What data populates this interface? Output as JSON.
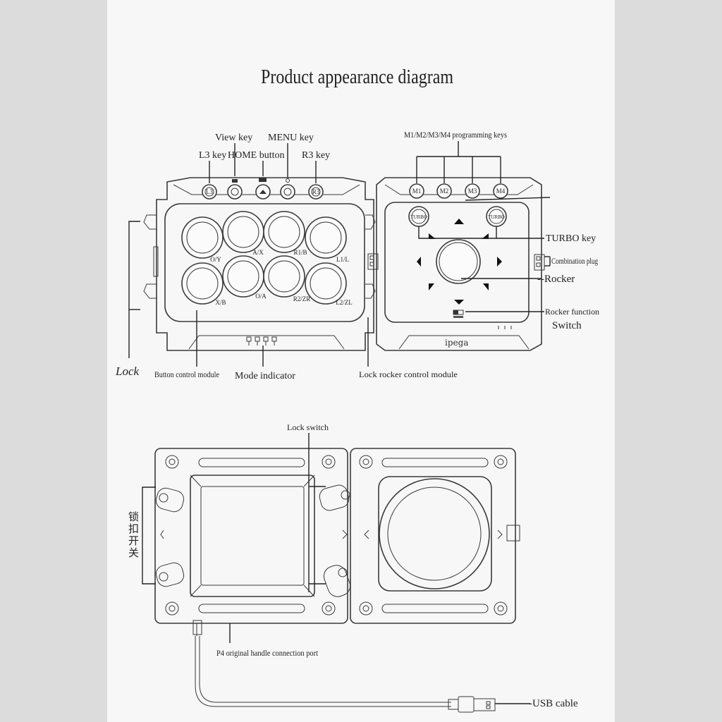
{
  "title": "Product appearance diagram",
  "top_labels": {
    "view_key": "View key",
    "menu_key": "MENU key",
    "l3_key": "L3 key",
    "home_button": "HOME button",
    "r3_key": "R3 key",
    "programming_keys": "M1/M2/M3/M4 programming keys"
  },
  "side_labels": {
    "turbo_key": "TURBO key",
    "combination_plug": "Combination plug",
    "rocker": "--Rocker",
    "rocker_function": "Rocker function",
    "rocker_function_switch": "Switch"
  },
  "bottom_labels": {
    "lock": "Lock",
    "button_control_module": "Button control module",
    "mode_indicator": "Mode indicator",
    "lock_rocker_control_module": "Lock rocker control module"
  },
  "top_buttons": [
    "L3",
    "",
    "",
    "",
    "R3"
  ],
  "programming_buttons": [
    "M1",
    "M2",
    "M3",
    "M4"
  ],
  "turbo_buttons": [
    "TURBO",
    "TURBO"
  ],
  "face_button_labels": [
    "O/Y",
    "A/X",
    "R1/B",
    "L1/L",
    "X/B",
    "O/A",
    "R2/ZR",
    "L2/ZL"
  ],
  "brand": "ipega",
  "back_labels": {
    "lock_switch": "Lock switch",
    "lock_switch_cn": [
      "锁",
      "扣",
      "开",
      "关"
    ],
    "p4_port": "P4 original handle connection port",
    "usb_cable": "-USB cable"
  }
}
